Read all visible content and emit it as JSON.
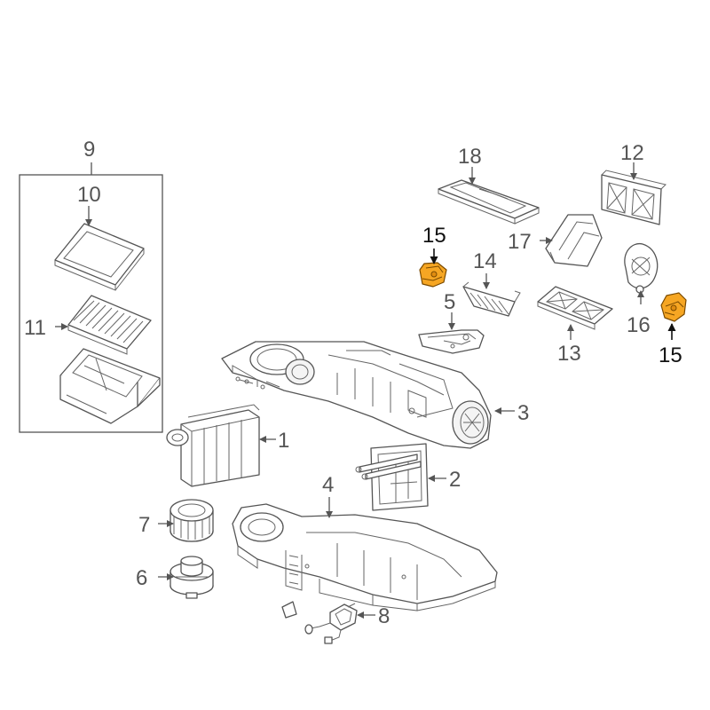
{
  "callouts": {
    "c1": "1",
    "c2": "2",
    "c3": "3",
    "c4": "4",
    "c5": "5",
    "c6": "6",
    "c7": "7",
    "c8": "8",
    "c9": "9",
    "c10": "10",
    "c11": "11",
    "c12": "12",
    "c13": "13",
    "c14": "14",
    "c15a": "15",
    "c15b": "15",
    "c16": "16",
    "c17": "17",
    "c18": "18"
  },
  "colors": {
    "highlight_fill": "#f6a623",
    "line": "#555555",
    "highlight_label": "#111111"
  }
}
